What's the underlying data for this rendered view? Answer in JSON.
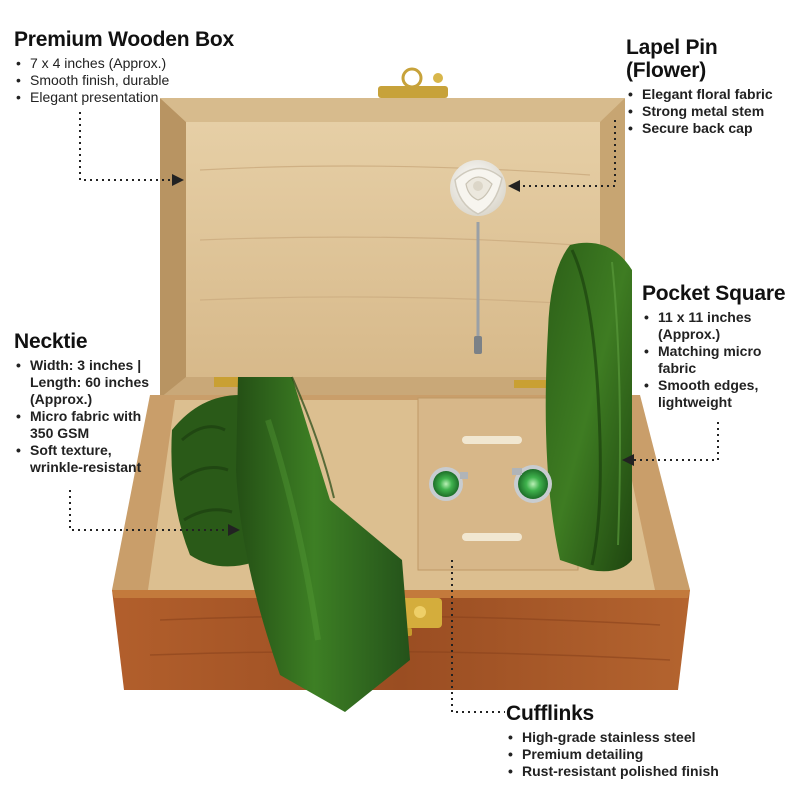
{
  "callouts": {
    "box": {
      "title": "Premium Wooden Box",
      "bullets": [
        "7 x 4 inches (Approx.)",
        "Smooth finish, durable",
        "Elegant presentation"
      ]
    },
    "lapel_pin": {
      "title": "Lapel Pin (Flower)",
      "bullets": [
        "Elegant floral fabric",
        "Strong metal stem",
        "Secure back cap"
      ]
    },
    "pocket_square": {
      "title": "Pocket Square",
      "bullets": [
        "11 x 11 inches\n(Approx.)",
        "Matching micro\nfabric",
        "Smooth edges,\nlightweight"
      ]
    },
    "necktie": {
      "title": "Necktie",
      "bullets": [
        "Width: 3 inches |\nLength: 60 inches\n(Approx.)",
        "Micro fabric with\n350 GSM",
        "Soft texture,\nwrinkle-resistant"
      ]
    },
    "cufflinks": {
      "title": "Cufflinks",
      "bullets": [
        "High-grade stainless steel",
        "Premium detailing",
        "Rust-resistant polished finish"
      ]
    }
  },
  "colors": {
    "tie_green": "#2f6a1c",
    "wood_light": "#e2c9a0",
    "wood_dark": "#a8562a",
    "cufflink_gem": "#3fb24d",
    "flower": "#f4f2ec"
  }
}
